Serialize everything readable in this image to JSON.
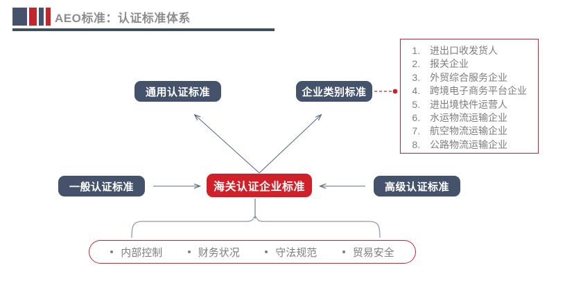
{
  "header": {
    "title": "AEO标准：认证标准体系",
    "decor_colors": [
      "#44536b",
      "#c2252c",
      "#44536b",
      "#c2252c"
    ],
    "rule_color": "#3d4d63",
    "title_color": "#8d8d8d"
  },
  "colors": {
    "navy": "#44536b",
    "red": "#d0202a",
    "border_red": "#c2252c",
    "connector": "#62728c",
    "text_gray": "#7d7d7d"
  },
  "nodes": {
    "general_cert": "通用认证标准",
    "category_cert": "企业类别标准",
    "basic_cert": "一般认证标准",
    "core": "海关认证企业标准",
    "advanced_cert": "高级认证标准"
  },
  "category_list": {
    "items": [
      "进出口收发货人",
      "报关企业",
      "外贸综合服务企业",
      "跨境电子商务平台企业",
      "进出境快件运营人",
      "水运物流运输企业",
      "航空物流运输企业",
      "公路物流运输企业"
    ]
  },
  "criteria": {
    "items": [
      "内部控制",
      "财务状况",
      "守法规范",
      "贸易安全"
    ]
  }
}
